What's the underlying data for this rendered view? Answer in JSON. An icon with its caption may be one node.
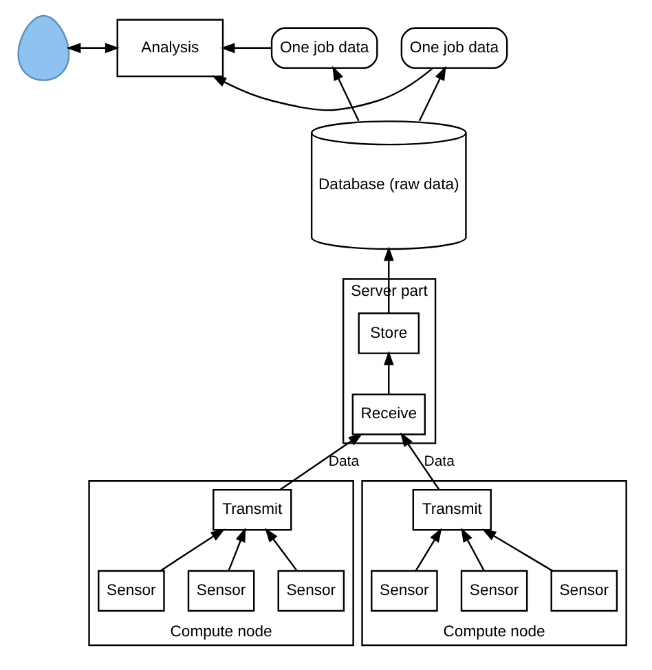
{
  "diagram": {
    "nodes": [
      {
        "text": [],
        "shape": "person"
      },
      {
        "text": [
          "Analysis"
        ]
      },
      {
        "text": [
          "One job data"
        ]
      },
      {
        "text": [
          "One job data"
        ]
      },
      {
        "text": [
          "Server part"
        ]
      },
      {
        "text": [
          "Store"
        ],
        "in": 4
      },
      {
        "text": [
          "Receive"
        ],
        "in": 4
      },
      {
        "text": [
          "Database (raw data)"
        ]
      },
      {
        "text": [
          "Compute node"
        ]
      },
      {
        "text": [
          "Transmit"
        ],
        "in": 8
      },
      {
        "text": [
          "Sensor"
        ],
        "in": 8
      },
      {
        "text": [
          "Sensor"
        ],
        "in": 8
      },
      {
        "text": [
          "Sensor"
        ],
        "in": 8
      },
      {
        "text": [
          "Compute node"
        ]
      },
      {
        "text": [
          "Transmit"
        ],
        "in": 13
      },
      {
        "text": [
          "Sensor"
        ],
        "in": 13
      },
      {
        "text": [
          "Sensor"
        ],
        "in": 13
      },
      {
        "text": [
          "Sensor"
        ],
        "in": 13
      }
    ],
    "edges": [
      {
        "from": 0,
        "to": 1,
        "arrow": "both"
      },
      {
        "from": 2,
        "to": 1,
        "arrow": "to"
      },
      {
        "from": 3,
        "to": 1,
        "arrow": "to"
      },
      {
        "from": 7,
        "to": 2,
        "arrow": "to"
      },
      {
        "from": 7,
        "to": 3,
        "arrow": "to"
      },
      {
        "from": 5,
        "to": 7,
        "arrow": "to"
      },
      {
        "from": 6,
        "to": 5,
        "arrow": "to"
      },
      {
        "from": 9,
        "to": 6,
        "label": "Data",
        "arrow": "to"
      },
      {
        "from": 14,
        "to": 6,
        "label": "Data",
        "arrow": "to"
      },
      {
        "from": 10,
        "to": 9,
        "arrow": "to"
      },
      {
        "from": 11,
        "to": 9,
        "arrow": "to"
      },
      {
        "from": 12,
        "to": 9,
        "arrow": "to"
      },
      {
        "from": 15,
        "to": 14,
        "arrow": "to"
      },
      {
        "from": 16,
        "to": 14,
        "arrow": "to"
      },
      {
        "from": 17,
        "to": 14,
        "arrow": "to"
      }
    ]
  }
}
